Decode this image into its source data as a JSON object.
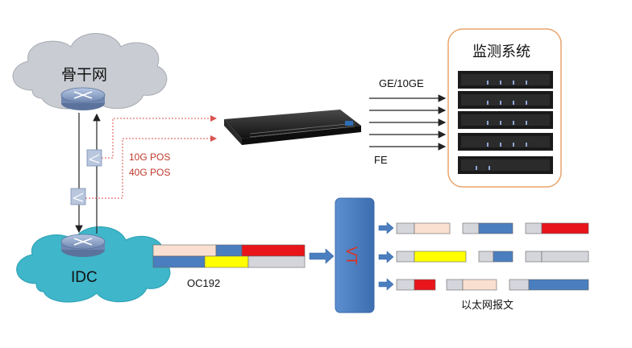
{
  "labels": {
    "backbone": "骨干网",
    "idc": "IDC",
    "monitor_system": "监测系统",
    "ge_10ge": "GE/10GE",
    "fe": "FE",
    "pos_10g": "10G POS",
    "pos_40g": "40G POS",
    "oc192": "OC192",
    "vt": "VT",
    "ethernet_packets": "以太网报文"
  },
  "colors": {
    "cloud_backbone": "#c9ccd2",
    "cloud_idc": "#3fb6c9",
    "router": "#8aa2c8",
    "pos_text": "#c0392b",
    "vt_box": "#4a7ebf",
    "vt_text": "#e0301e",
    "monitor_border": "#e8a46a",
    "seg_beige": "#f8dfd0",
    "seg_blue": "#4a7ebf",
    "seg_red": "#e8151a",
    "seg_yellow": "#ffff00",
    "seg_gray": "#d4d6dc",
    "arrow_blue": "#4a7ebf"
  }
}
